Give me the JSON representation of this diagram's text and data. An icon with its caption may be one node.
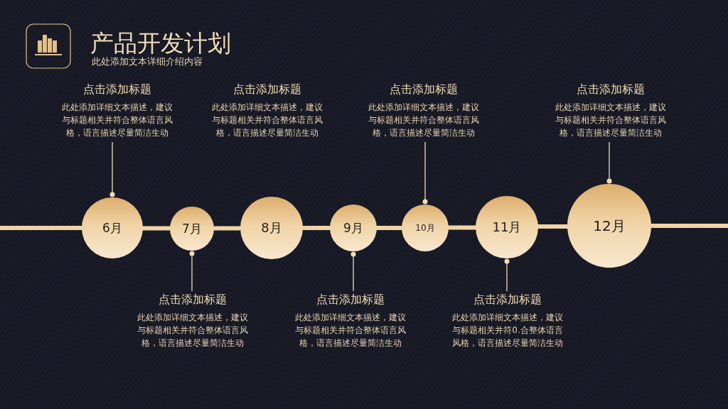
{
  "diagram": {
    "title": "产品开发计划",
    "labels": [
      "此处添加文本详细介绍内容"
    ],
    "nodes": [
      {
        "text": [
          "点击添加标题",
          "此处添加详细文本描述，建议与标题相关并符合整体语言风格，语言描述尽量简洁生动"
        ]
      },
      {
        "text": [
          "点击添加标题",
          "此处添加详细文本描述，建议与标题相关并符合整体语言风格，语言描述尽量简洁生动"
        ]
      },
      {
        "text": [
          "点击添加标题",
          "此处添加详细文本描述，建议与标题相关并符合整体语言风格，语言描述尽量简洁生动"
        ]
      },
      {
        "text": [
          "点击添加标题",
          "此处添加详细文本描述，建议与标题相关并符合整体语言风格，语言描述尽量简洁生动"
        ]
      },
      {
        "text": [
          "6月"
        ]
      },
      {
        "text": [
          "7月"
        ]
      },
      {
        "text": [
          "8月"
        ]
      },
      {
        "text": [
          "9月"
        ]
      },
      {
        "text": [
          "10月"
        ]
      },
      {
        "text": [
          "11月"
        ]
      },
      {
        "text": [
          "12月"
        ]
      },
      {
        "text": [
          "点击添加标题",
          "此处添加详细文本描述，建议与标题相关并符合整体语言风格，语言描述尽量简洁生动"
        ]
      },
      {
        "text": [
          "点击添加标题",
          "此处添加详细文本描述，建议与标题相关并符合整体语言风格，语言描述尽量简洁生动"
        ]
      },
      {
        "text": [
          "点击添加标题",
          "此处添加详细文本描述，建议与标题相关并符0.合整体语言风格，语言描述尽量简洁生动"
        ]
      }
    ],
    "edges": [
      {
        "from": 0,
        "to": 4,
        "arrow": "other"
      },
      {
        "from": 2,
        "to": 8,
        "arrow": "other"
      },
      {
        "from": 3,
        "to": 10,
        "arrow": "other"
      },
      {
        "from": 11,
        "to": 5,
        "arrow": "other"
      },
      {
        "from": 12,
        "to": 7,
        "arrow": "other"
      },
      {
        "from": 13,
        "to": 9,
        "arrow": "other"
      },
      {
        "from": 4,
        "to": 5,
        "arrow": "none",
        "style": "thick"
      },
      {
        "from": 5,
        "to": 6,
        "arrow": "none",
        "style": "thick"
      },
      {
        "from": 6,
        "to": 7,
        "arrow": "none",
        "style": "thick"
      },
      {
        "from": 7,
        "to": 8,
        "arrow": "none",
        "style": "thick"
      },
      {
        "from": 8,
        "to": 9,
        "arrow": "none",
        "style": "thick"
      },
      {
        "from": 9,
        "to": 10,
        "arrow": "none",
        "style": "thick"
      }
    ]
  }
}
